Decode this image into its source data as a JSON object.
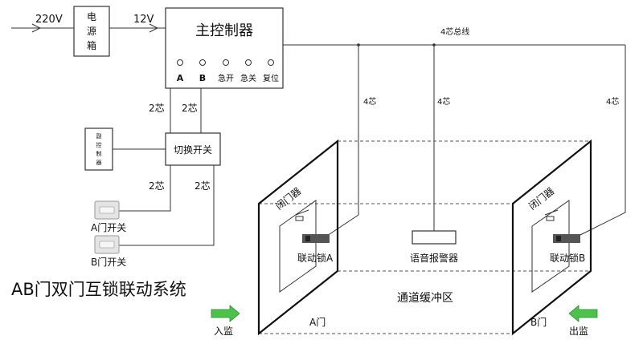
{
  "power": {
    "input_voltage": "220V",
    "supply_label": [
      "电",
      "源",
      "箱"
    ],
    "output_voltage": "12V"
  },
  "main_controller": {
    "title": "主控制器",
    "buttons": [
      "A",
      "B",
      "急开",
      "急关",
      "复位"
    ]
  },
  "bus": {
    "label": "4芯总线",
    "drop_labels": [
      "4芯",
      "4芯",
      "4芯"
    ]
  },
  "wires": {
    "controller_to_switch": [
      "2芯",
      "2芯"
    ],
    "switch_to_buttons": [
      "2芯",
      "2芯"
    ]
  },
  "sub_controller": {
    "label": [
      "副",
      "控",
      "制",
      "器"
    ]
  },
  "switch_box": {
    "label": "切换开关"
  },
  "door_switches": {
    "a": "A门开关",
    "b": "B门开关"
  },
  "title": "AB门双门互锁联动系统",
  "doors": {
    "a": {
      "closer": "闭门器",
      "lock": "联动锁A",
      "label": "A门"
    },
    "b": {
      "closer": "闭门器",
      "lock": "联动锁B",
      "label": "B门"
    }
  },
  "alarm": {
    "label": "语音报警器"
  },
  "buffer_zone": {
    "label": "通道缓冲区"
  },
  "arrows": {
    "in": "入监",
    "out": "出监"
  },
  "colors": {
    "arrow_green": "#4cc24c",
    "line": "#333333"
  }
}
